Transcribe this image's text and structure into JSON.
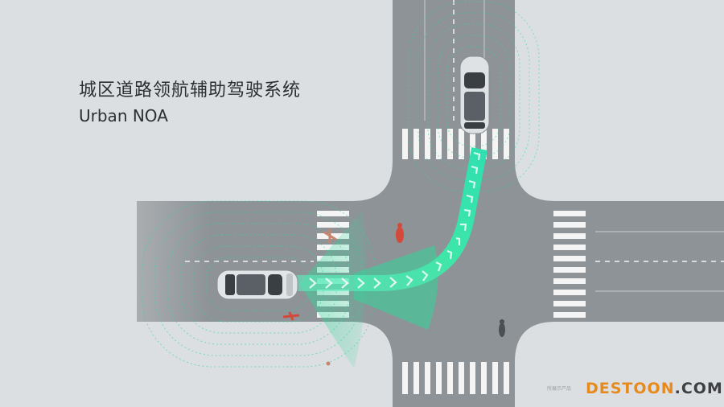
{
  "title": {
    "chinese": "城区道路领航辅助驾驶系统",
    "english": "Urban NOA"
  },
  "footnote": "所展示产品",
  "watermark": {
    "brand": "DESTOON",
    "tld": ".COM"
  },
  "colors": {
    "road": "#8e9397",
    "sidewalk": "#d4d7d9",
    "background": "#dcdfe1",
    "accent": "#3ee6a8",
    "sensor_wave": "#2fd7a0",
    "cyclist": "#d44a3a"
  },
  "icons": [
    "ego-car-icon",
    "oncoming-car-icon",
    "cyclist-icon",
    "pedestrian-icon",
    "path-chevron-icon"
  ]
}
